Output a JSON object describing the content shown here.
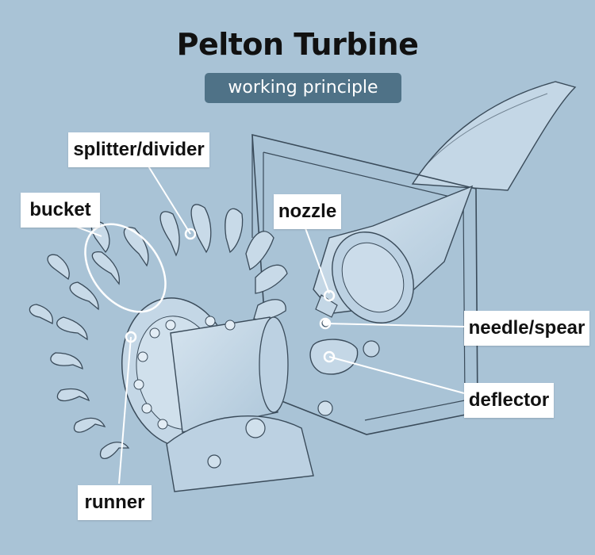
{
  "title": "Pelton Turbine",
  "subtitle": "working principle",
  "labels": {
    "splitter": "splitter/divider",
    "bucket": "bucket",
    "nozzle": "nozzle",
    "needle": "needle/spear",
    "deflector": "deflector",
    "runner": "runner"
  },
  "colors": {
    "background": "#a9c3d6",
    "subtitle_bg": "#4f7287",
    "illustration_fill": "#c4d7e6",
    "line": "#3a4b5a"
  }
}
